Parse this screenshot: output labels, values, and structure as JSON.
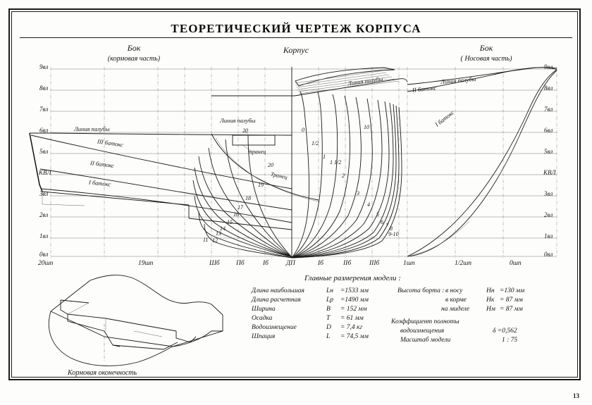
{
  "document": {
    "title": "ТЕОРЕТИЧЕСКИЙ ЧЕРТЕЖ КОРПУСА",
    "page_number": "13"
  },
  "panels": {
    "stern_profile": {
      "title": "Бок",
      "subtitle": "(кормовая часть)"
    },
    "body_plan": {
      "title": "Корпус"
    },
    "bow_profile": {
      "title": "Бок",
      "subtitle": "( Носовая часть)"
    }
  },
  "waterlines": {
    "left": [
      "9вл",
      "8вл",
      "7вл",
      "6вл",
      "5вл",
      "КВЛ",
      "3вл",
      "2вл",
      "1вл",
      "0вл"
    ],
    "right": [
      "9вл",
      "8вл",
      "7вл",
      "6вл",
      "5вл",
      "КВЛ",
      "3вл",
      "2вл",
      "1вл",
      "0вл"
    ]
  },
  "stations_axis": {
    "left": [
      "20шп",
      "19шп",
      "Шб",
      "Пб",
      "Iб",
      "ДП"
    ],
    "right": [
      "Iб",
      "IIб",
      "IIIб",
      "1шп",
      "1/2шп",
      "0шп"
    ]
  },
  "labels": {
    "deck_line": "Линия палубы",
    "buttock_3": "III батокс",
    "buttock_2": "II батокс",
    "buttock_1": "I батокс",
    "bow_buttock_2": "II батокс",
    "bow_buttock_1": "I батокс",
    "body_deck_line": "Линия палубы",
    "transom_top": "20",
    "transom_word_top": "транец",
    "transom_num": "20",
    "transom_word": "Транец",
    "stern_view_caption": "Кормовая оконечность"
  },
  "body_stations": {
    "aft": [
      "19",
      "18",
      "17",
      "16",
      "15",
      "14",
      "13",
      "12",
      "11"
    ],
    "fwd": [
      "0",
      "1/2",
      "1",
      "1 1/2",
      "2",
      "3",
      "4",
      "5",
      "6",
      "7",
      "8",
      "9-10"
    ],
    "top_right": "10"
  },
  "specifications": {
    "heading": "Главные размерения модели :",
    "left_rows": [
      {
        "name": "Длина наибольшая",
        "symbol": "Lн",
        "value": "=1533 мм"
      },
      {
        "name": "Длина расчетная",
        "symbol": "Lр",
        "value": "=1490 мм"
      },
      {
        "name": "Ширина",
        "symbol": "B",
        "value": "= 152 мм"
      },
      {
        "name": "Осадка",
        "symbol": "T",
        "value": "=  61 мм"
      },
      {
        "name": "Водоизмещение",
        "symbol": "D",
        "value": "=  7,4 кг"
      },
      {
        "name": "Шпация",
        "symbol": "L",
        "value": "= 74,5 мм"
      }
    ],
    "right_block": {
      "freeboard_label": "Высота борта :",
      "rows": [
        {
          "name": "в носу",
          "symbol": "Hн",
          "value": "=130 мм"
        },
        {
          "name": "в корме",
          "symbol": "Hк",
          "value": "= 87 мм"
        },
        {
          "name": "на миделе",
          "symbol": "Hм",
          "value": "= 87 мм"
        }
      ],
      "coefficient_label_1": "Коэффициент полноты",
      "coefficient_label_2": "водоизмещения",
      "coefficient_value": "δ =0,562",
      "scale_label": "Масштаб модели",
      "scale_value": "1 : 75"
    }
  },
  "colors": {
    "ink": "#1a1a1a",
    "grid": "#7d7d7d",
    "paper": "#fdfdfb"
  }
}
